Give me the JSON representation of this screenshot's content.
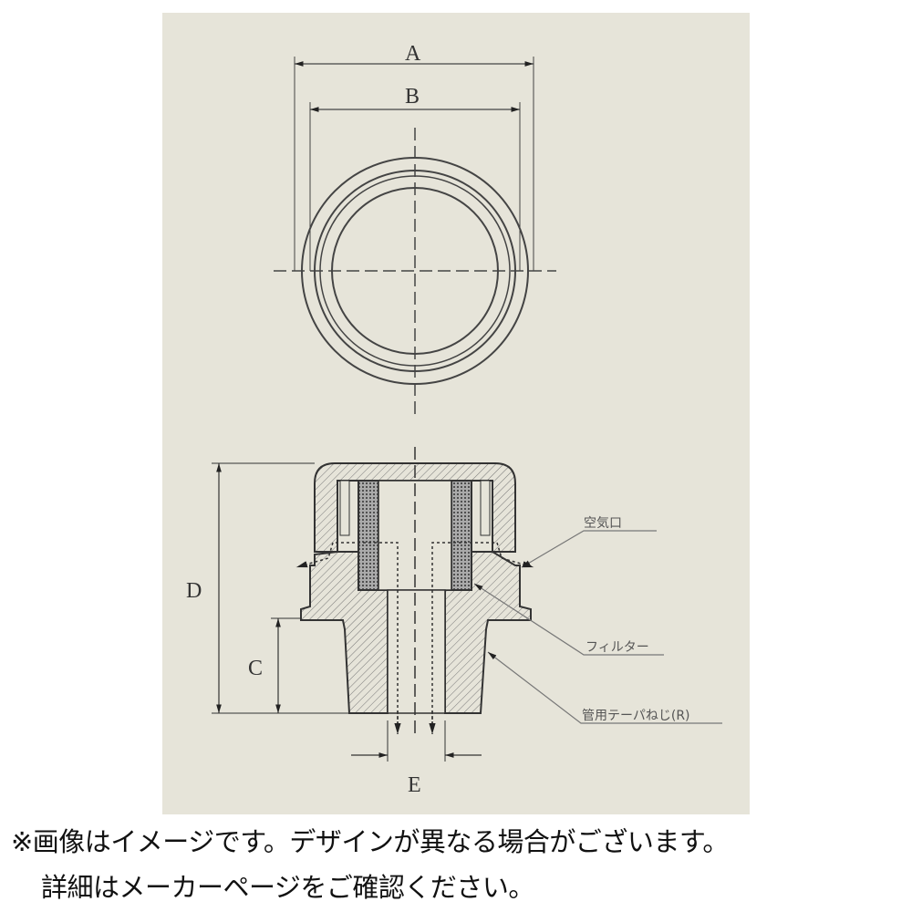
{
  "dimensions": {
    "A": "A",
    "B": "B",
    "C": "C",
    "D": "D",
    "E": "E"
  },
  "callouts": {
    "air_port": "空気口",
    "filter": "フィルター",
    "taper_thread": "管用テーパねじ(R)"
  },
  "caption": {
    "line1": "※画像はイメージです。デザインが異なる場合がございます。",
    "line2": "詳細はメーカーページをご確認ください。"
  },
  "colors": {
    "panel": "#e6e4d9",
    "line": "#333333"
  }
}
